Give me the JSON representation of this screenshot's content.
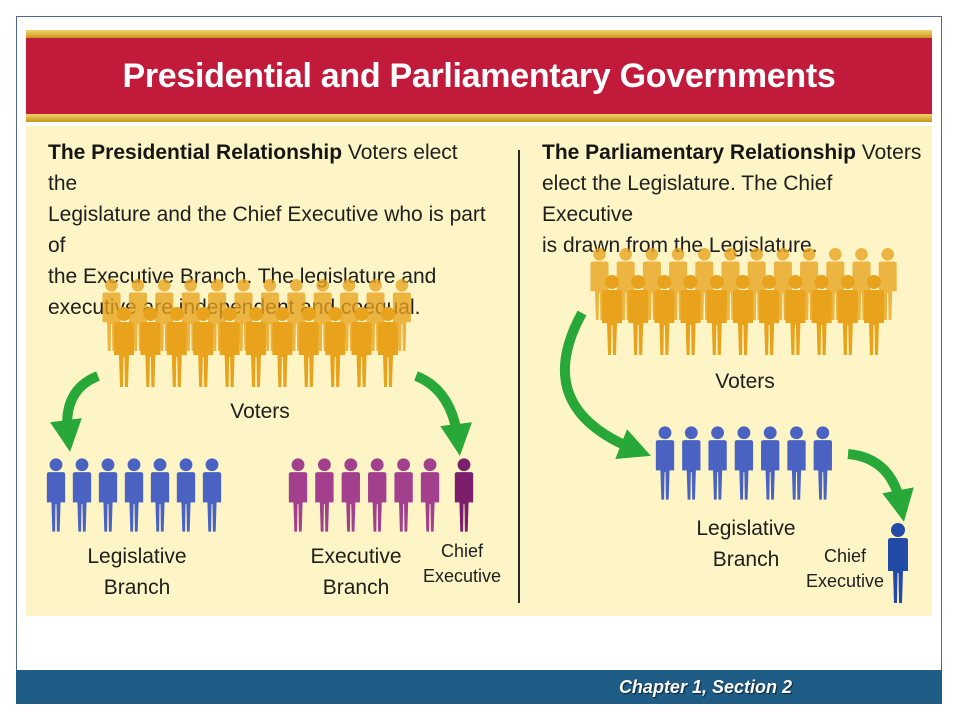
{
  "title": "Presidential and Parliamentary Governments",
  "presidential": {
    "heading": "The Presidential Relationship",
    "body_lines": [
      "Voters elect the",
      "Legislature and the Chief Executive who is part of",
      "the Executive Branch. The legislature and",
      "executive are independent and coequal."
    ],
    "voters_label": "Voters",
    "legislative_label": [
      "Legislative",
      "Branch"
    ],
    "executive_label": [
      "Executive",
      "Branch"
    ],
    "chief_label": [
      "Chief",
      "Executive"
    ]
  },
  "parliamentary": {
    "heading": "The Parliamentary Relationship",
    "body_lines": [
      "Voters",
      "elect the Legislature. The Chief Executive",
      "is drawn from the Legislature."
    ],
    "voters_label": "Voters",
    "legislative_label": [
      "Legislative",
      "Branch"
    ],
    "chief_label": [
      "Chief",
      "Executive"
    ]
  },
  "footer": "Chapter 1, Section 2",
  "colors": {
    "title_band": "#c21a3b",
    "gold_stripe": "#d9a928",
    "panel": "#fdf5c5",
    "voters": "#e8a21c",
    "legislative": "#4a63c2",
    "executive": "#a2408e",
    "chief_executive_presidential": "#7b1f6d",
    "chief_executive_parliamentary": "#244aa8",
    "arrow": "#28a838",
    "footer_bar": "#1f5d86"
  }
}
